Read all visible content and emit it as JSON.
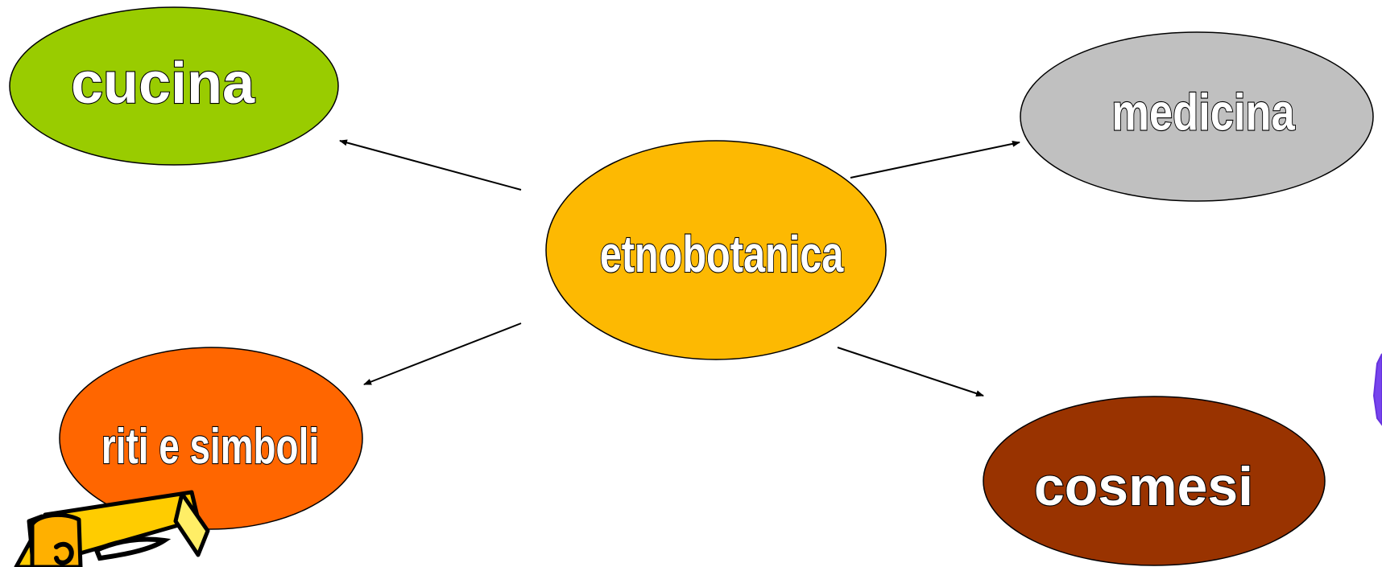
{
  "nodes": {
    "center": {
      "label": "etnobotanica",
      "color": "#FDB902"
    },
    "cucina": {
      "label": "cucina",
      "color": "#99CC00"
    },
    "medicina": {
      "label": "medicina",
      "color": "#C0C0C0"
    },
    "riti": {
      "label": "riti e simboli",
      "color": "#FF6600"
    },
    "cosmesi": {
      "label": "cosmesi",
      "color": "#993300"
    }
  },
  "clipart": {
    "icon": "pencil-clipart-icon"
  },
  "edge_decor": {
    "icon": "purple-shape-fragment"
  }
}
